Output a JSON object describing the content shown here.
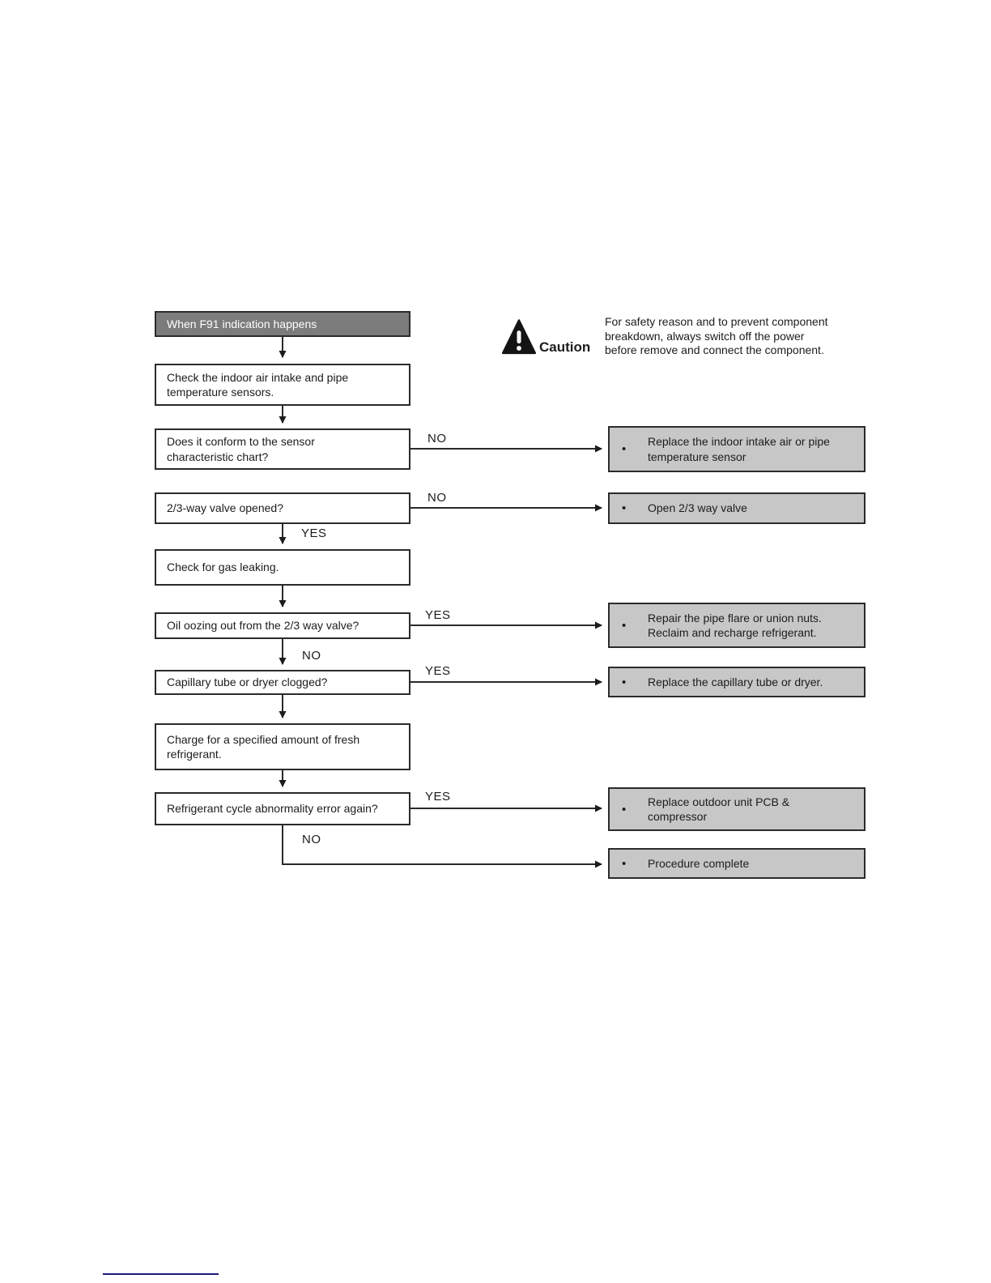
{
  "labels": {
    "yes": "YES",
    "no": "NO"
  },
  "caution": {
    "label": "Caution",
    "text": "For safety reason and to prevent component\nbreakdown, always switch off the power\nbefore remove and connect the component."
  },
  "flowchart": {
    "title": "When F91 indication happens",
    "bullet": "•",
    "steps": {
      "check_sensors": "Check the indoor air intake and pipe\ntemperature sensors.",
      "conform_chart": "Does it conform to the sensor\ncharacteristic chart?",
      "valve_opened": "2/3-way valve opened?",
      "check_gas_leak": "Check for gas leaking.",
      "oil_oozing": "Oil oozing out from the 2/3 way valve?",
      "capillary_clogged": "Capillary tube or dryer clogged?",
      "charge_refrigerant": "Charge for a specified amount of fresh\nrefrigerant.",
      "error_again": "Refrigerant cycle abnormality error again?"
    },
    "actions": {
      "replace_sensor": "Replace the indoor intake air or pipe\ntemperature sensor",
      "open_valve": "Open 2/3 way valve",
      "repair_flare": "Repair the pipe flare or union nuts.\nReclaim and recharge refrigerant.",
      "replace_capillary": "Replace the capillary tube or dryer.",
      "replace_pcb": "Replace outdoor unit PCB &\ncompressor",
      "complete": "Procedure complete"
    }
  },
  "colors": {
    "title_fill": "#7c7c7c",
    "action_fill": "#c7c7c7",
    "line": "#2a2a2a",
    "footer_line": "#1b1b7c"
  }
}
